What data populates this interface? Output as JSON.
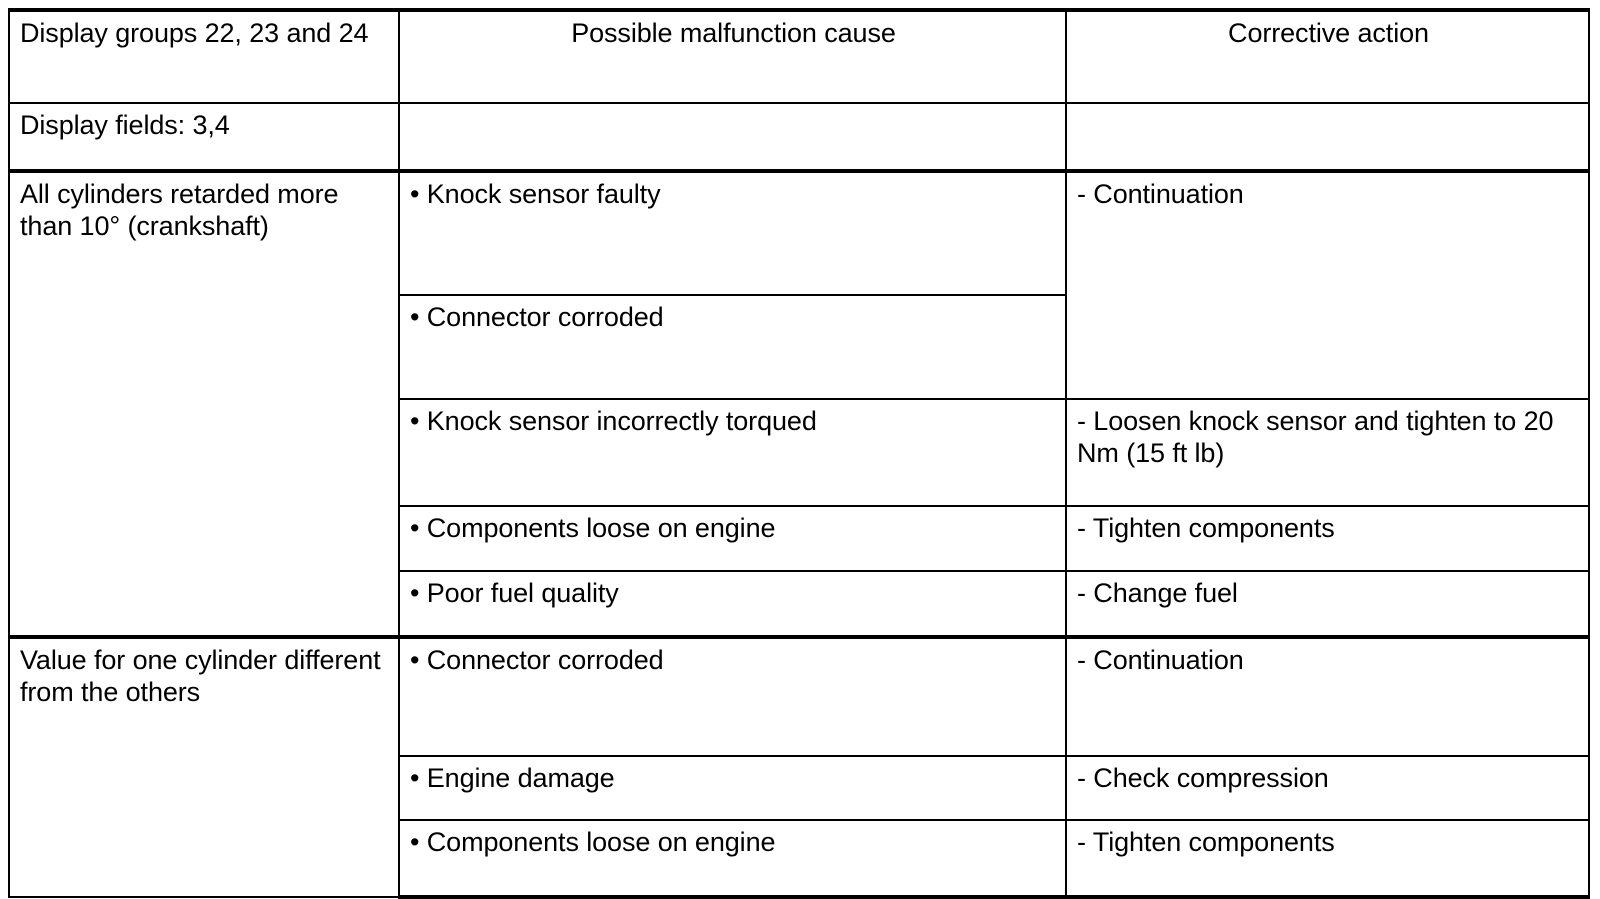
{
  "table": {
    "headers": {
      "col1": "Display groups 22, 23 and 24",
      "col2": "Possible malfunction cause",
      "col3": "Corrective action"
    },
    "subheader": {
      "col1": "Display fields: 3,4",
      "col2": "",
      "col3": ""
    },
    "sections": [
      {
        "condition": "All cylinders retarded more than 10° (crankshaft)",
        "rows": [
          {
            "cause": "• Knock sensor faulty",
            "action": "- Continuation"
          },
          {
            "cause": "• Connector corroded",
            "action": ""
          },
          {
            "cause": "• Knock sensor incorrectly torqued",
            "action": "- Loosen knock sensor and tighten to 20 Nm (15 ft lb)"
          },
          {
            "cause": "• Components loose on engine",
            "action": "- Tighten components"
          },
          {
            "cause": "• Poor fuel quality",
            "action": "- Change fuel"
          }
        ]
      },
      {
        "condition": "Value for one cylinder different from the others",
        "rows": [
          {
            "cause": "• Connector corroded",
            "action": "- Continuation"
          },
          {
            "cause": "• Engine damage",
            "action": "- Check compression"
          },
          {
            "cause": "• Components loose on engine",
            "action": "- Tighten components"
          }
        ]
      }
    ]
  },
  "colors": {
    "border": "#000000",
    "text": "#000000",
    "background": "#ffffff"
  }
}
